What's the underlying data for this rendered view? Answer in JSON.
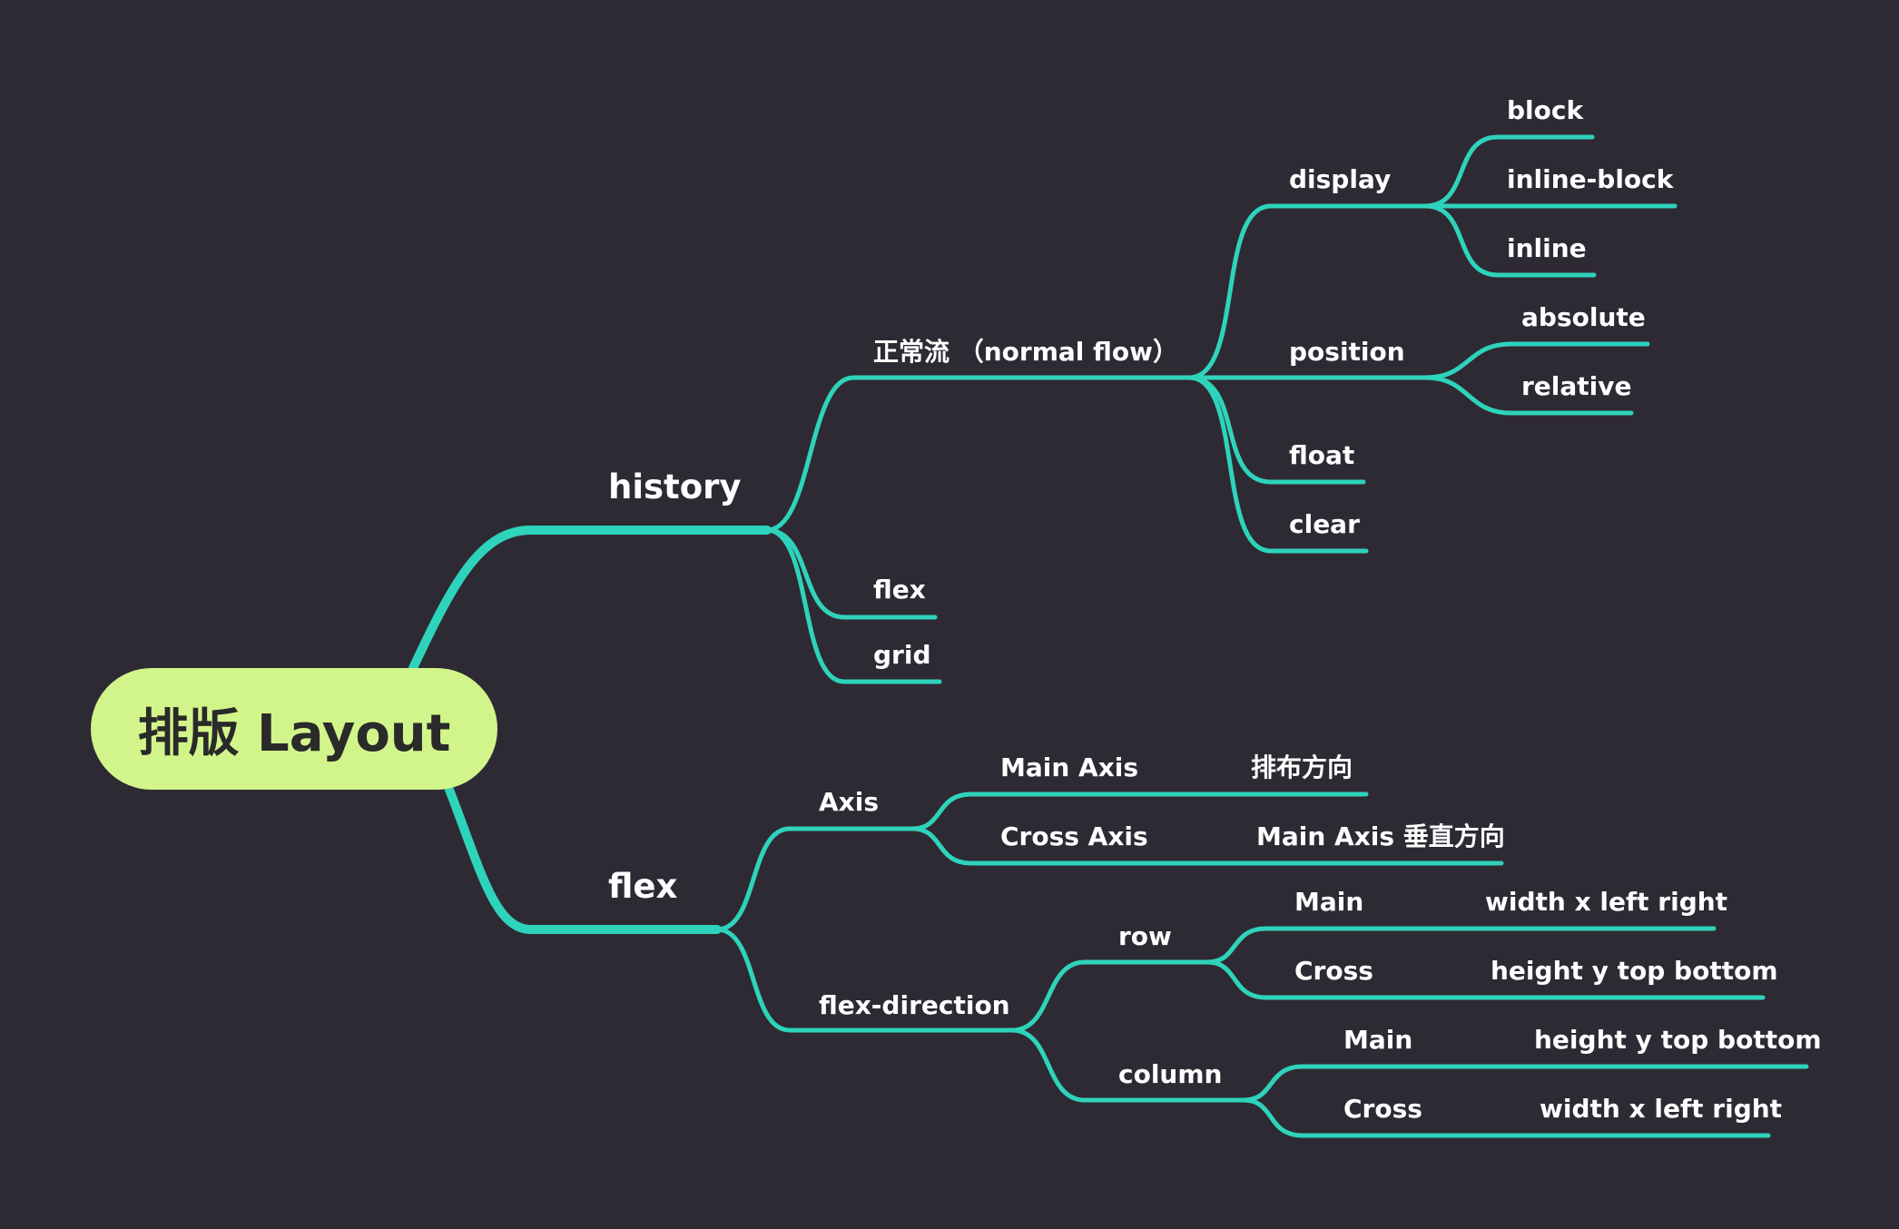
{
  "colors": {
    "background": "#2e2a33",
    "branch": "#2ed3bb",
    "root_fill": "#d2f58b",
    "root_text": "#2a2a2a",
    "label": "#ffffff"
  },
  "root": {
    "label": "排版 Layout"
  },
  "nodes": {
    "history": "history",
    "normal_flow": "正常流 （normal flow）",
    "display": "display",
    "block": "block",
    "inline_block": "inline-block",
    "inline": "inline",
    "position": "position",
    "absolute": "absolute",
    "relative": "relative",
    "float": "float",
    "clear": "clear",
    "flex_hist": "flex",
    "grid": "grid",
    "flex": "flex",
    "axis": "Axis",
    "main_axis": "Main Axis",
    "main_axis_desc": "排布方向",
    "cross_axis": "Cross Axis",
    "cross_axis_desc": "Main Axis 垂直方向",
    "flex_direction": "flex-direction",
    "row": "row",
    "row_main": "Main",
    "row_main_desc": "width x left right",
    "row_cross": "Cross",
    "row_cross_desc": "height y top bottom",
    "column": "column",
    "col_main": "Main",
    "col_main_desc": "height y top bottom",
    "col_cross": "Cross",
    "col_cross_desc": "width x left right"
  }
}
